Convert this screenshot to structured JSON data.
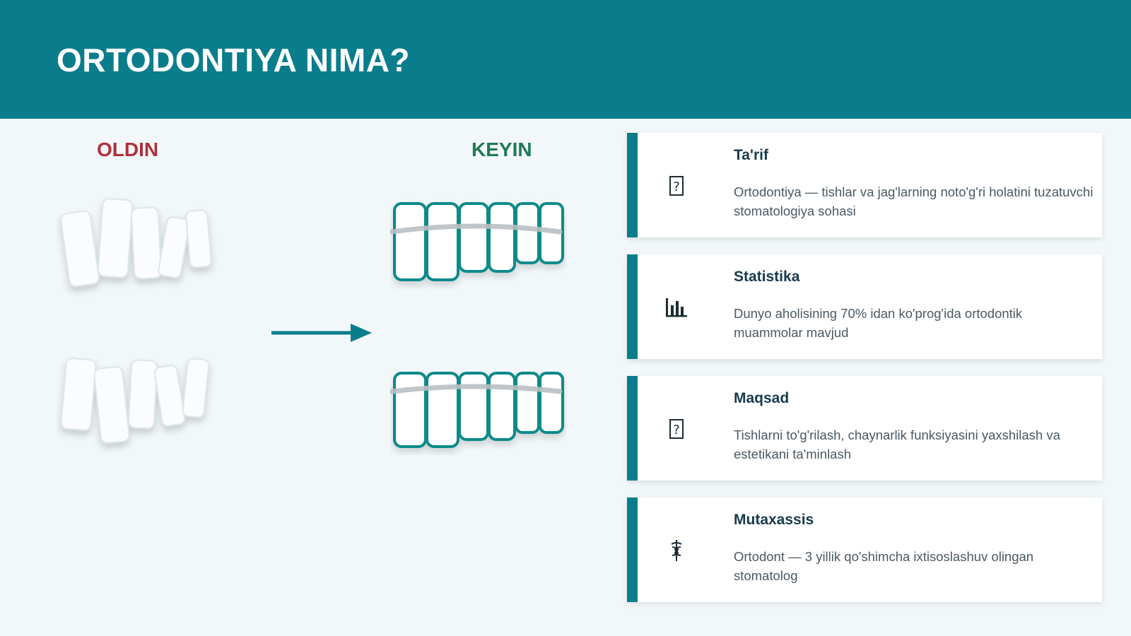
{
  "header": {
    "title": "ORTODONTIYA NIMA?"
  },
  "comparison": {
    "before_label": "OLDIN",
    "after_label": "KEYIN"
  },
  "colors": {
    "primary": "#0a7d8d",
    "before": "#b0303a",
    "after": "#1f7a55"
  },
  "cards": [
    {
      "icon": "question-icon",
      "title": "Ta'rif",
      "description": "Ortodontiya — tishlar va jag'larning noto'g'ri holatini tuzatuvchi stomatologiya sohasi"
    },
    {
      "icon": "bar-chart-icon",
      "title": "Statistika",
      "description": "Dunyo aholisining 70% idan ko'prog'ida ortodontik muammolar mavjud"
    },
    {
      "icon": "question-icon",
      "title": "Maqsad",
      "description": "Tishlarni to'g'rilash, chaynarlik funksiyasini yaxshilash va estetikani ta'minlash"
    },
    {
      "icon": "caduceus-icon",
      "title": "Mutaxassis",
      "description": "Ortodont — 3 yillik qo'shimcha ixtisoslashuv olingan stomatolog"
    }
  ]
}
